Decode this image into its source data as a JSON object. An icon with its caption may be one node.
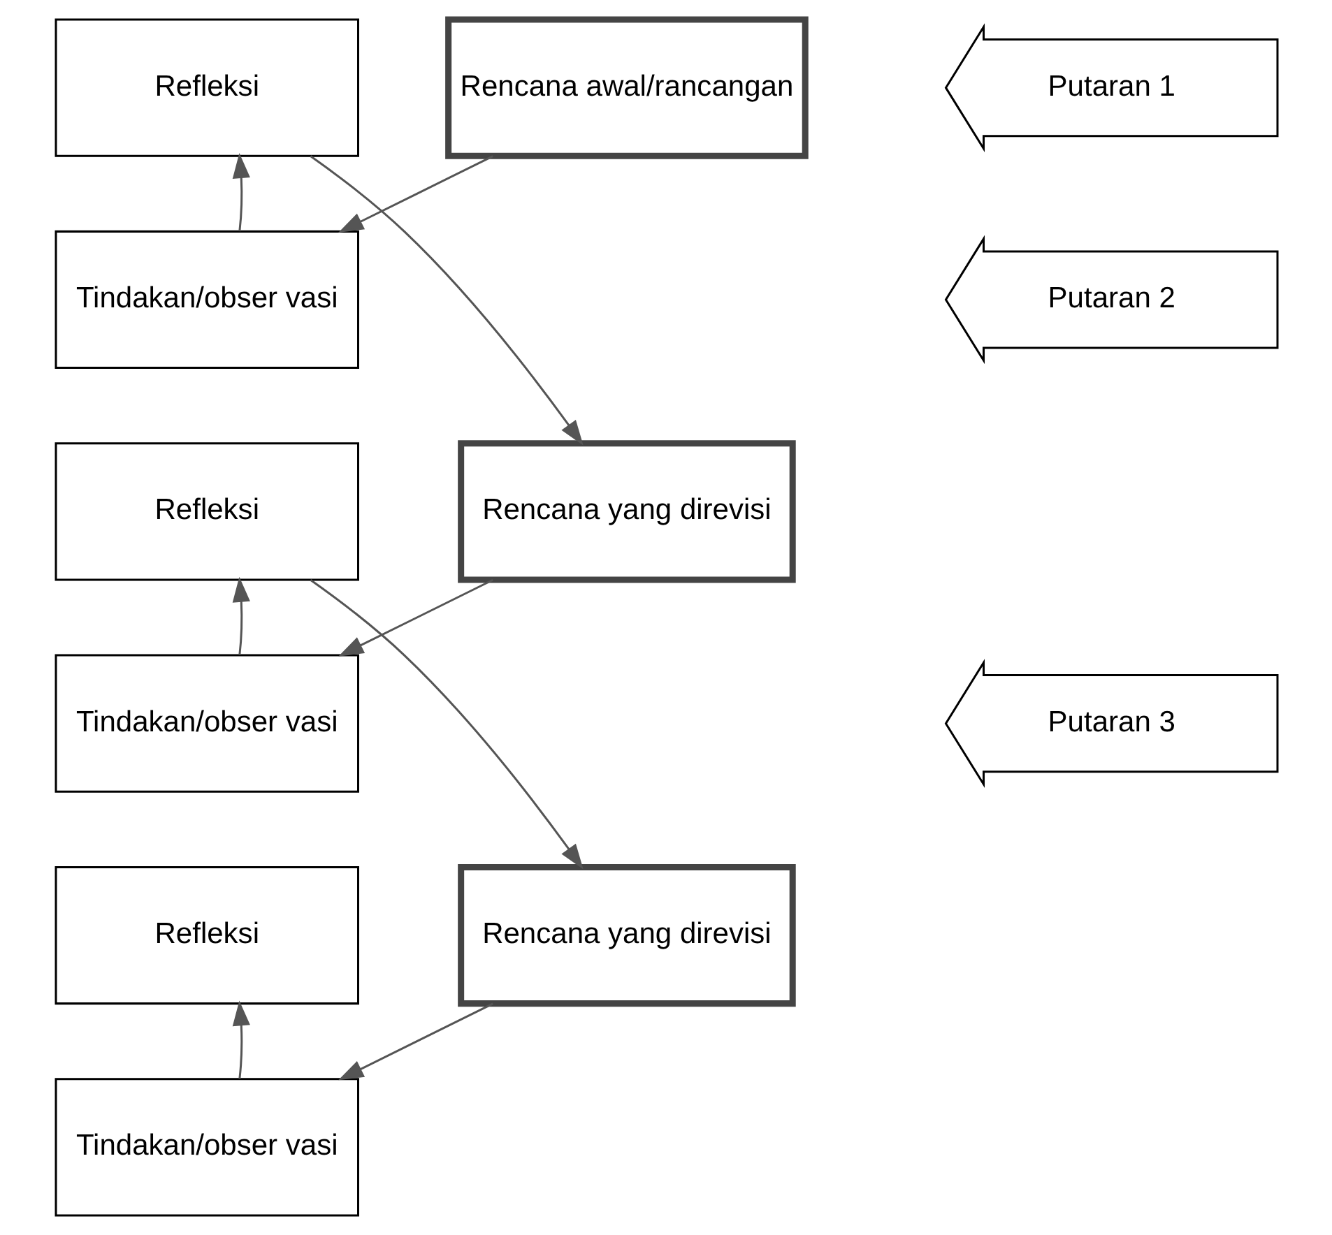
{
  "diagram": {
    "nodes": [
      {
        "text": [
          "Putaran 1"
        ]
      },
      {
        "text": [
          "Refleksi"
        ]
      },
      {
        "text": [
          "Rencana awal/rancangan"
        ]
      },
      {
        "text": [
          "Tindakan/obser vasi"
        ]
      },
      {
        "text": [
          "Putaran 2"
        ]
      },
      {
        "text": [
          "Refleksi"
        ]
      },
      {
        "text": [
          "Rencana yang direvisi"
        ]
      },
      {
        "text": [
          "Tindakan/obser vasi"
        ]
      },
      {
        "text": [
          "Putaran 3"
        ]
      },
      {
        "text": [
          "Refleksi"
        ]
      },
      {
        "text": [
          "Rencana yang direvisi"
        ]
      },
      {
        "text": [
          "Tindakan/obser vasi"
        ]
      }
    ],
    "edges": [
      {
        "from": 2,
        "to": 3,
        "arrow": "to"
      },
      {
        "from": 3,
        "to": 1,
        "arrow": "to"
      },
      {
        "from": 1,
        "to": 6,
        "arrow": "to"
      },
      {
        "from": 6,
        "to": 7,
        "arrow": "to"
      },
      {
        "from": 7,
        "to": 5,
        "arrow": "to"
      },
      {
        "from": 5,
        "to": 10,
        "arrow": "to"
      },
      {
        "from": 10,
        "to": 11,
        "arrow": "to"
      },
      {
        "from": 11,
        "to": 9,
        "arrow": "to"
      }
    ]
  }
}
